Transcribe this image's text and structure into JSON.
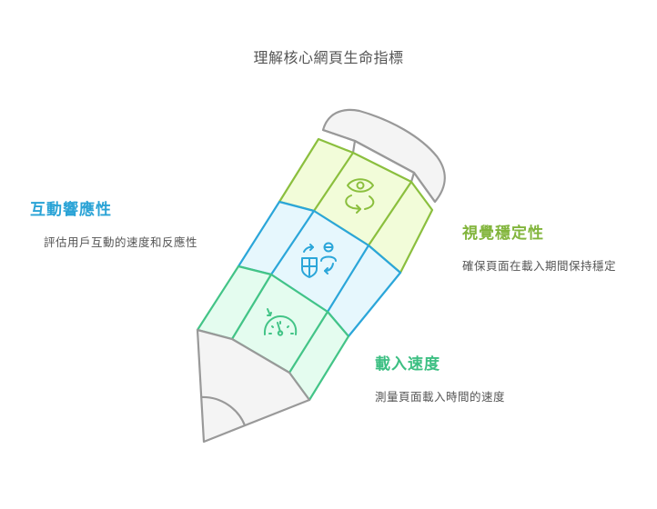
{
  "title": "理解核心網頁生命指標",
  "colors": {
    "visual_stroke": "#8bbf3e",
    "visual_fill": "#f2fcd9",
    "interaction_stroke": "#2ba6d9",
    "interaction_fill": "#e6f7fd",
    "load_stroke": "#43c487",
    "load_fill": "#e4fcef",
    "pencil_stroke": "#999999",
    "pencil_fill": "#f4f4f4"
  },
  "sections": [
    {
      "id": "interaction",
      "heading": "互動響應性",
      "description": "評估用戶互動的速度和反應性",
      "icon": "interaction-exchange-icon",
      "color": "#2aa3d6"
    },
    {
      "id": "visual",
      "heading": "視覺穩定性",
      "description": "確保頁面在載入期間保持穩定",
      "icon": "eye-rotate-icon",
      "color": "#82b53c"
    },
    {
      "id": "load",
      "heading": "載入速度",
      "description": "測量頁面載入時間的速度",
      "icon": "speedometer-icon",
      "color": "#3cbf82"
    }
  ]
}
